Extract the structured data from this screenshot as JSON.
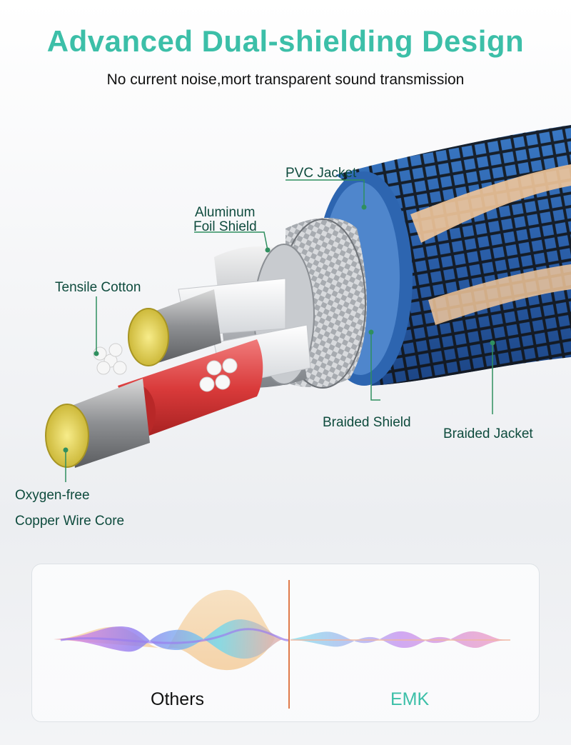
{
  "header": {
    "title": "Advanced Dual-shielding Design",
    "subtitle": "No current noise,mort transparent sound transmission"
  },
  "callouts": {
    "pvc_jacket": "PVC Jacket",
    "aluminum_foil_line1": "Aluminum",
    "aluminum_foil_line2": "Foil Shield",
    "tensile_cotton": "Tensile Cotton",
    "braided_shield": "Braided Shield",
    "braided_jacket": "Braided Jacket",
    "copper_core_line1": "Oxygen-free",
    "copper_core_line2": "Copper Wire Core"
  },
  "comparison": {
    "left_label": "Others",
    "right_label": "EMK"
  },
  "colors": {
    "accent_teal": "#3cbfa8",
    "callout_text": "#0e4b3d",
    "divider": "#e07a4a"
  }
}
